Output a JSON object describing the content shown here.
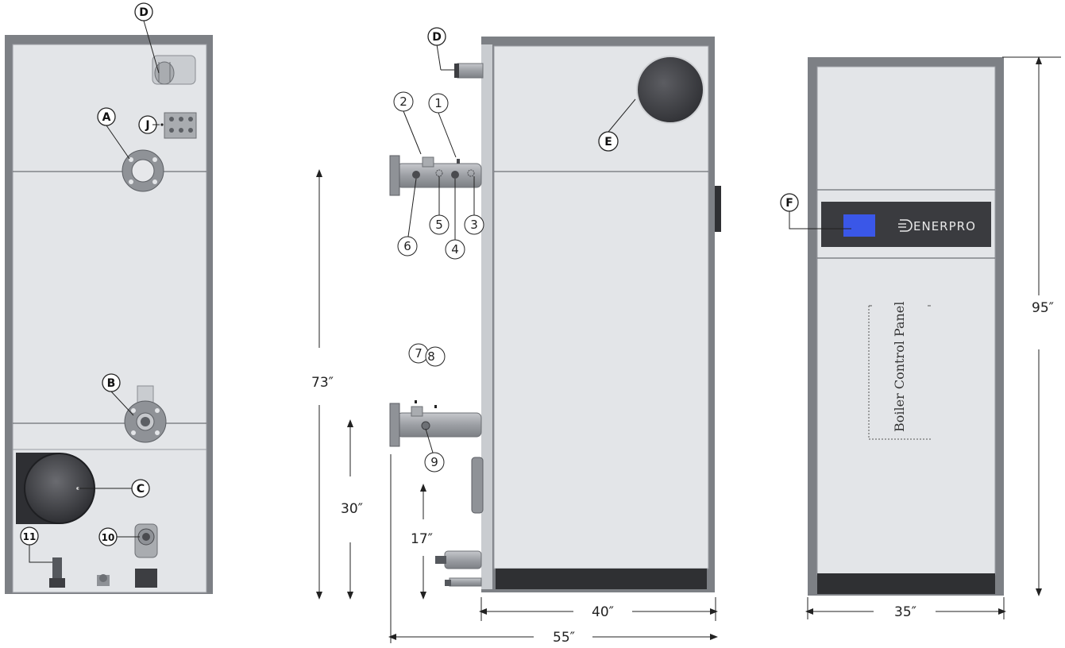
{
  "colors": {
    "cabinet": "#e3e5e8",
    "cabinet_edge": "#9a9da2",
    "frame_dark": "#55585d",
    "base": "#2f3033",
    "pipe": "#a7aaae",
    "flange": "#8f9297",
    "vent": "#4a4b4f",
    "display": "#3a57e8",
    "control_strip": "#3a3b3f"
  },
  "rear_view": {
    "callouts": {
      "d": "D",
      "a": "A",
      "j": "J",
      "b": "B",
      "c": "C",
      "n11": "11",
      "n10": "10"
    }
  },
  "side_view": {
    "callouts": {
      "d": "D",
      "n2": "2",
      "n1": "1",
      "e": "E",
      "n5": "5",
      "n3": "3",
      "n6": "6",
      "n4": "4",
      "n7": "7",
      "n8": "8",
      "n9": "9"
    },
    "dims": {
      "height_73": "73″",
      "height_30": "30″",
      "height_17": "17″",
      "depth_40": "40″",
      "depth_55": "55″"
    }
  },
  "front_view": {
    "callouts": {
      "f": "F"
    },
    "brand": "ENERPRO",
    "panel_label": "Boiler Control Panel",
    "dims": {
      "height_95": "95″",
      "width_35": "35″"
    }
  }
}
